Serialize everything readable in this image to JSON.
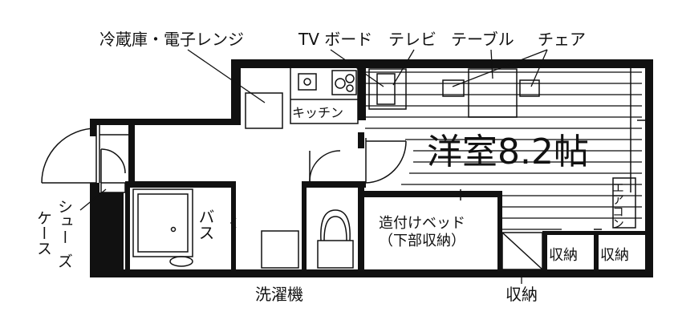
{
  "labels": {
    "fridge": "冷蔵庫・電子レンジ",
    "tv_board": "TV ボード",
    "tv": "テレビ",
    "table": "テーブル",
    "chair": "チェア",
    "kitchen": "キッチン",
    "room": "洋室8.2帖",
    "aircon": "エアコン",
    "shoe_case_1": "シュー",
    "shoe_case_2": "ケース",
    "shoe_case_3": "ズ",
    "bath": "バス",
    "bed_line1": "造付けベッド",
    "bed_line2": "（下部収納）",
    "storage_1": "収納",
    "storage_2": "収納",
    "washer": "洗濯機",
    "storage_bottom": "収納"
  },
  "colors": {
    "wall": "#111111",
    "line": "#111111",
    "background": "#ffffff"
  }
}
